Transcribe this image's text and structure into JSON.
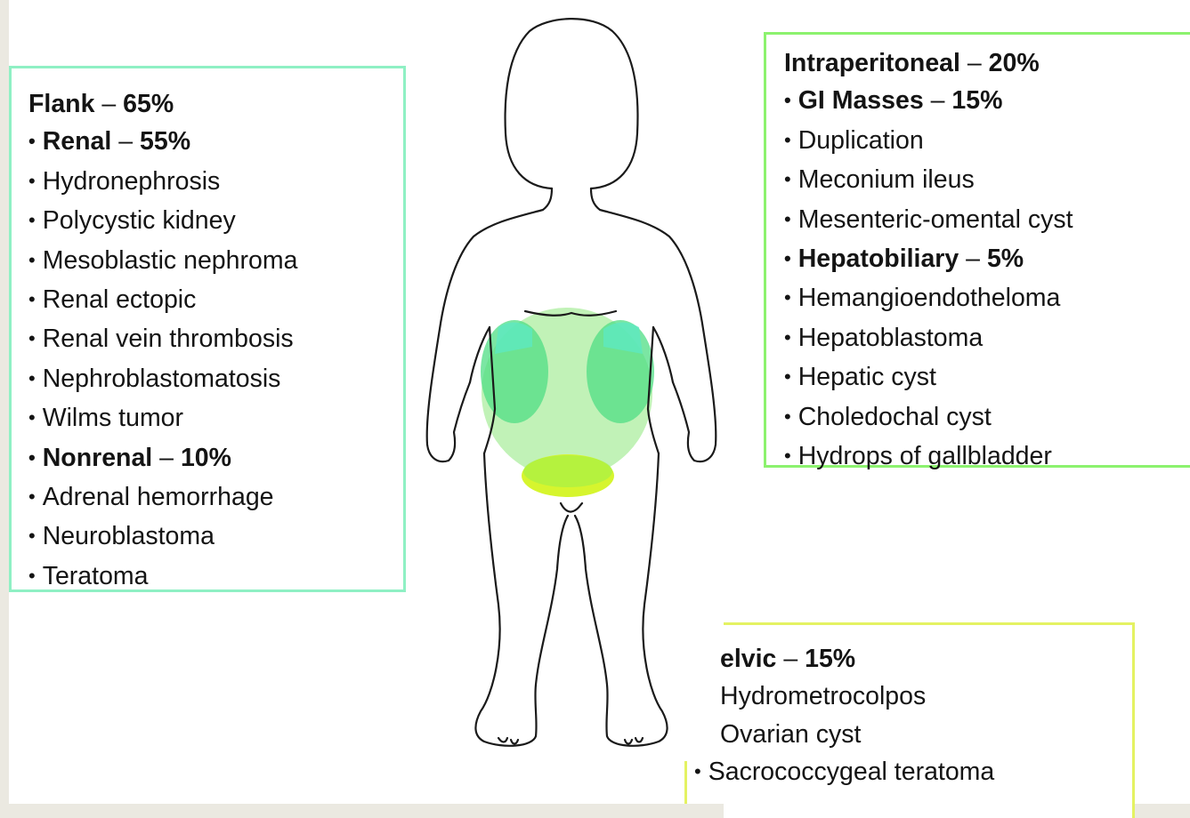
{
  "flank": {
    "header": {
      "name": "Flank",
      "pct": "65%"
    },
    "items": [
      {
        "text": "Renal",
        "pct": "55%",
        "bold": true
      },
      {
        "text": "Hydronephrosis"
      },
      {
        "text": "Polycystic kidney"
      },
      {
        "text": "Mesoblastic nephroma"
      },
      {
        "text": "Renal ectopic"
      },
      {
        "text": "Renal vein thrombosis"
      },
      {
        "text": "Nephroblastomatosis"
      },
      {
        "text": "Wilms tumor"
      },
      {
        "text": "Nonrenal",
        "pct": "10%",
        "bold": true
      },
      {
        "text": "Adrenal hemorrhage"
      },
      {
        "text": "Neuroblastoma"
      },
      {
        "text": "Teratoma"
      }
    ]
  },
  "intraperitoneal": {
    "header": {
      "name": "Intraperitoneal",
      "pct": "20%"
    },
    "items": [
      {
        "text": "GI Masses",
        "pct": "15%",
        "bold": true
      },
      {
        "text": "Duplication"
      },
      {
        "text": "Meconium ileus"
      },
      {
        "text": "Mesenteric-omental cyst"
      },
      {
        "text": "Hepatobiliary",
        "pct": "5%",
        "bold": true
      },
      {
        "text": "Hemangioendotheloma"
      },
      {
        "text": "Hepatoblastoma"
      },
      {
        "text": "Hepatic cyst"
      },
      {
        "text": "Choledochal cyst"
      },
      {
        "text": "Hydrops of gallbladder"
      }
    ]
  },
  "pelvic": {
    "header": {
      "name": "elvic",
      "pct": "15%"
    },
    "items": [
      {
        "text": "Hydrometrocolpos",
        "bullet": false
      },
      {
        "text": "Ovarian cyst",
        "bullet": false
      },
      {
        "text": "Sacrococcygeal teratoma",
        "bullet": true
      }
    ]
  },
  "dash": "–",
  "colors": {
    "flank_border": "#8ff0c4",
    "intra_border": "#8cf26e",
    "pelvic_border": "#e4f262",
    "circle_fill": "#a8f0a0",
    "kidney_fill": "#55e08a",
    "pelvic_fill": "#d8f830"
  }
}
